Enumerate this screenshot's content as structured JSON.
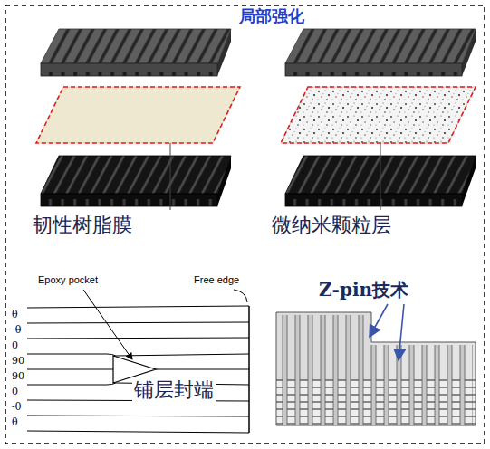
{
  "diagram": {
    "title": "局部强化",
    "labels": [
      "韧性树脂膜",
      "微纳米颗粒层",
      "Epoxy pocket",
      "Free edge",
      "铺层封端",
      "Z-pin技术",
      "θ",
      "-θ",
      "0",
      "90",
      "90",
      "0",
      "-θ",
      "θ"
    ]
  }
}
